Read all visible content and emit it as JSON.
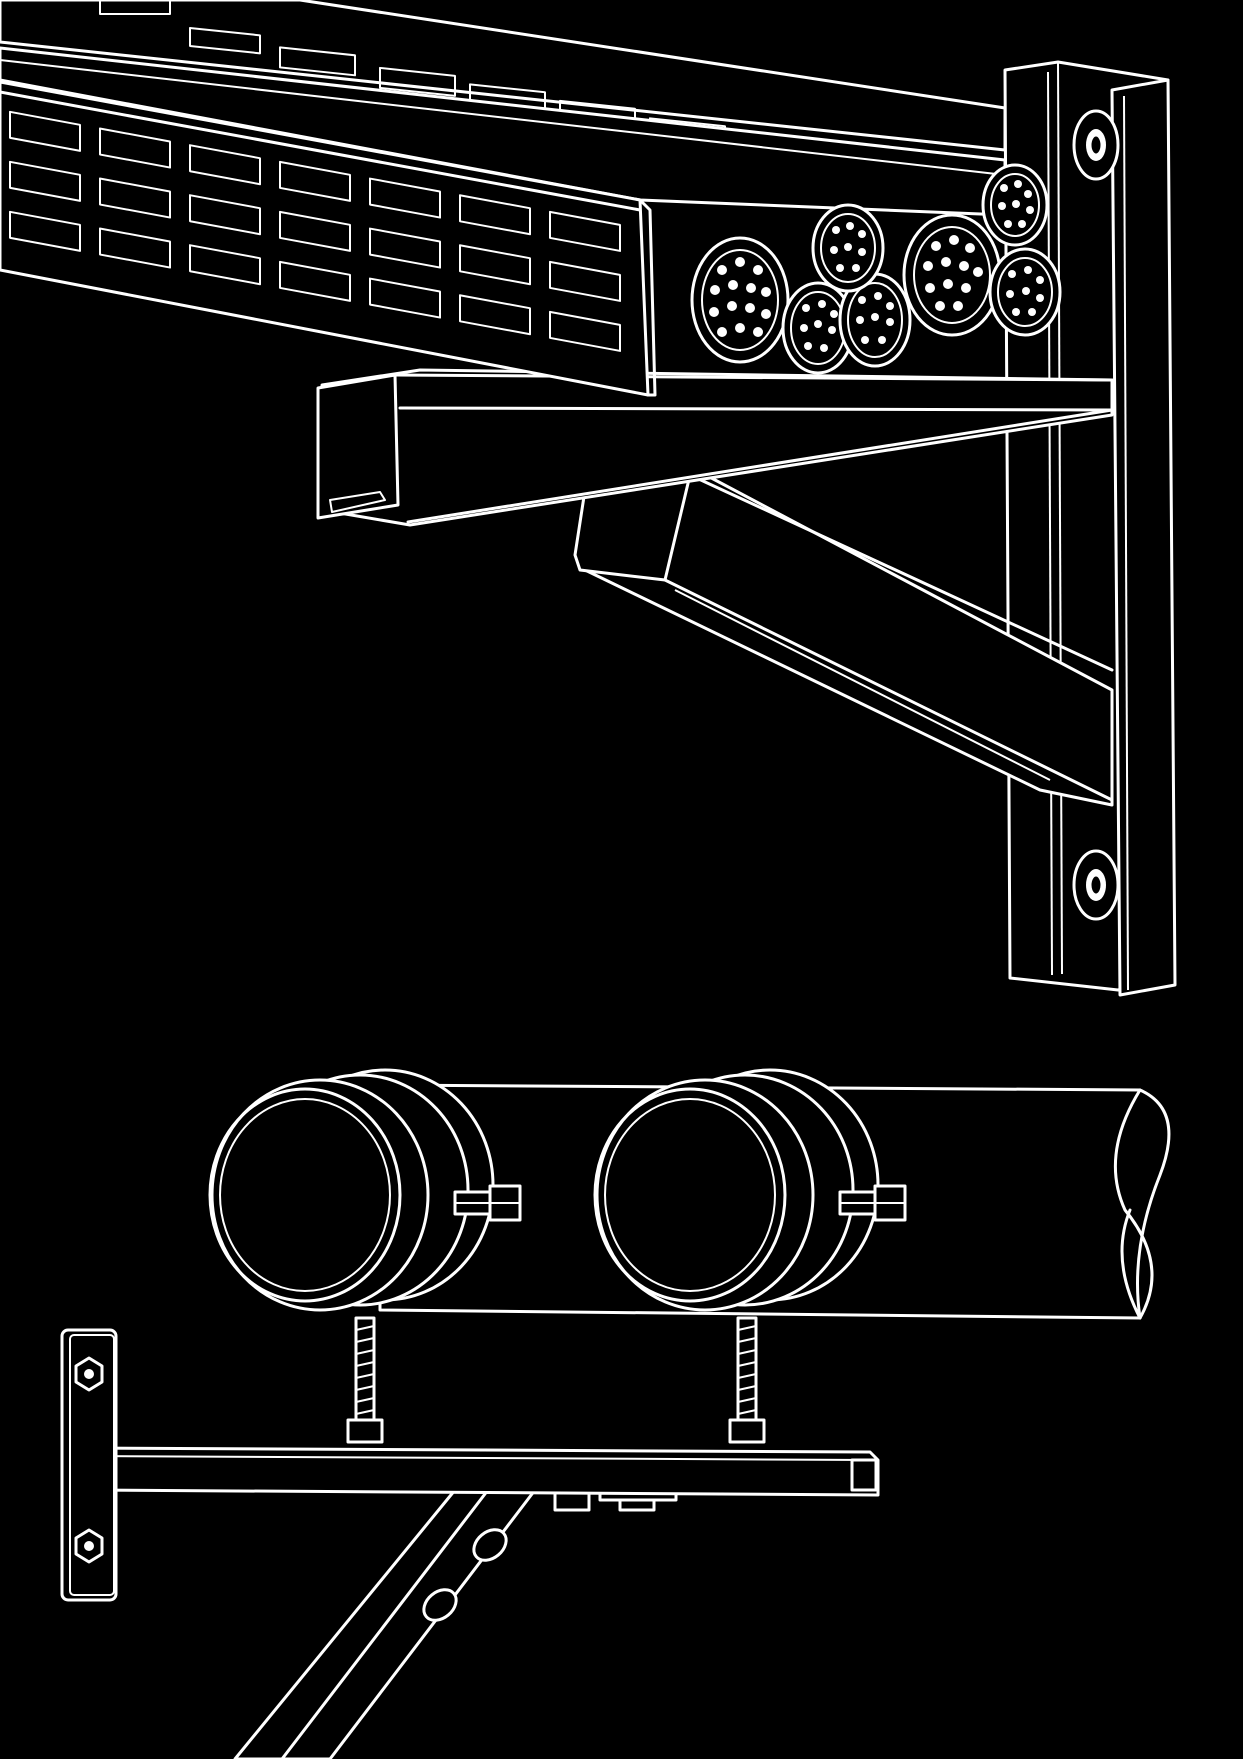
{
  "drawing": {
    "style": "white line art on black background",
    "background_color": "#000000",
    "line_color": "#ffffff",
    "top_scene": {
      "components": [
        "perforated-cable-tray",
        "cable-bundles",
        "strut-channel-arm",
        "diagonal-brace",
        "wall-post",
        "anchor-bolts"
      ],
      "tray_perforation_rows": 3,
      "cable_bundle_count": 7
    },
    "bottom_scene": {
      "components": [
        "wall-plate",
        "horizontal-bracket-arm",
        "diagonal-brace",
        "threaded-hanger-rods",
        "pipe-clamps",
        "pipe"
      ],
      "pipe_clamp_count": 2,
      "wall_plate_bolt_count": 2
    }
  }
}
